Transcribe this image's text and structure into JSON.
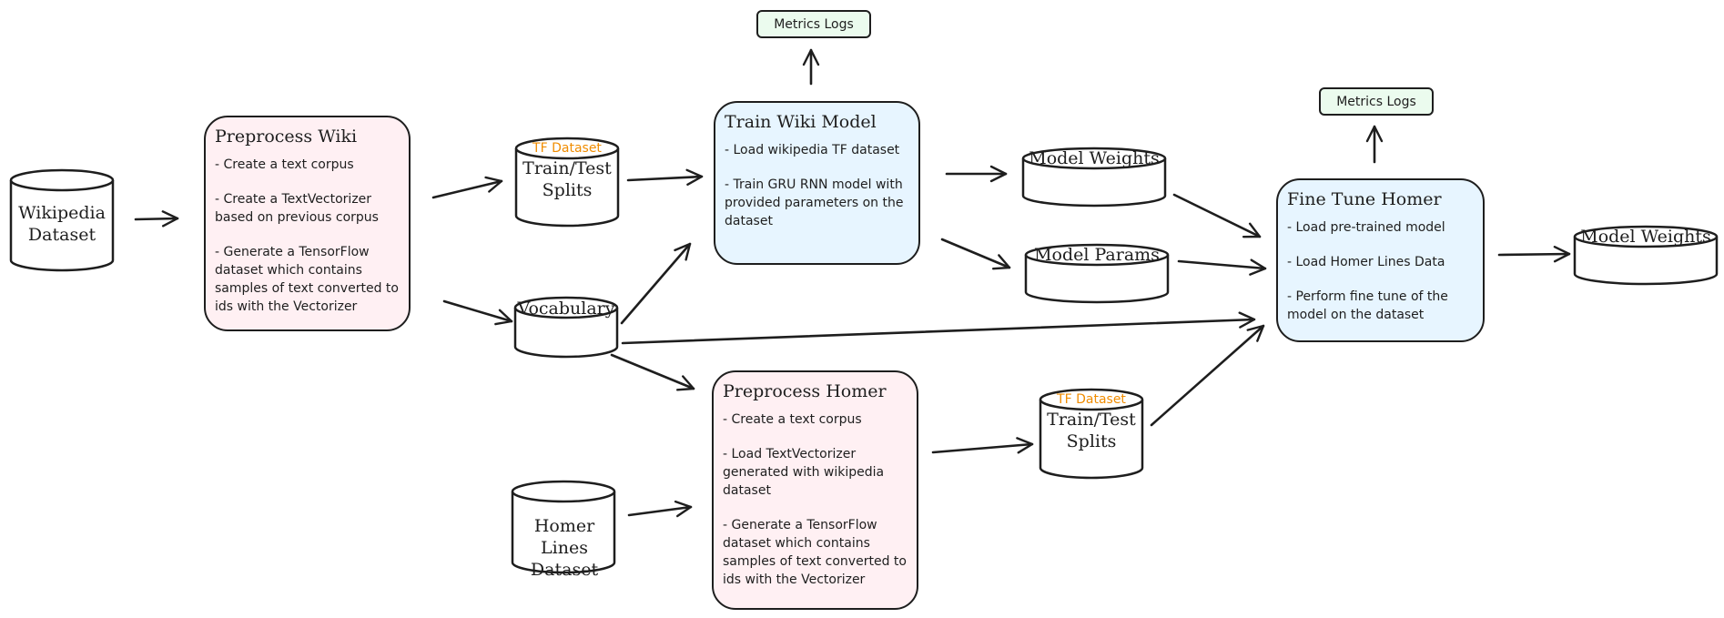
{
  "diagram": {
    "datasets": {
      "wikipedia": "Wikipedia Dataset",
      "homer_lines": "Homer Lines Dataset",
      "wiki_splits_tag": "TF Dataset",
      "wiki_splits": "Train/Test Splits",
      "homer_splits_tag": "TF Dataset",
      "homer_splits": "Train/Test Splits",
      "vocabulary": "Vocabulary",
      "model_weights_1": "Model Weights",
      "model_params": "Model Params",
      "model_weights_2": "Model Weights"
    },
    "metrics_logs_1": "Metrics Logs",
    "metrics_logs_2": "Metrics Logs",
    "preprocess_wiki": {
      "title": "Preprocess Wiki",
      "steps": [
        "- Create a text corpus",
        "- Create a TextVectorizer based on previous corpus",
        "- Generate a TensorFlow dataset which contains samples of text converted to ids with the Vectorizer"
      ]
    },
    "train_wiki_model": {
      "title": "Train Wiki Model",
      "steps": [
        "- Load wikipedia TF dataset",
        "- Train GRU RNN model with provided parameters on the dataset"
      ]
    },
    "preprocess_homer": {
      "title": "Preprocess Homer",
      "steps": [
        "- Create a text corpus",
        "- Load TextVectorizer generated with wikipedia dataset",
        "- Generate a TensorFlow dataset which contains samples of text converted to ids with the Vectorizer"
      ]
    },
    "fine_tune_homer": {
      "title": "Fine Tune Homer",
      "steps": [
        "- Load pre-trained model",
        "- Load Homer Lines Data",
        "- Perform fine tune of the model on the dataset"
      ]
    },
    "colors": {
      "stroke": "#1e1e1e",
      "process_fill": "#fff0f3",
      "model_fill": "#e7f5ff",
      "log_fill": "#ebfbee",
      "tag_text": "#f08c00"
    }
  }
}
